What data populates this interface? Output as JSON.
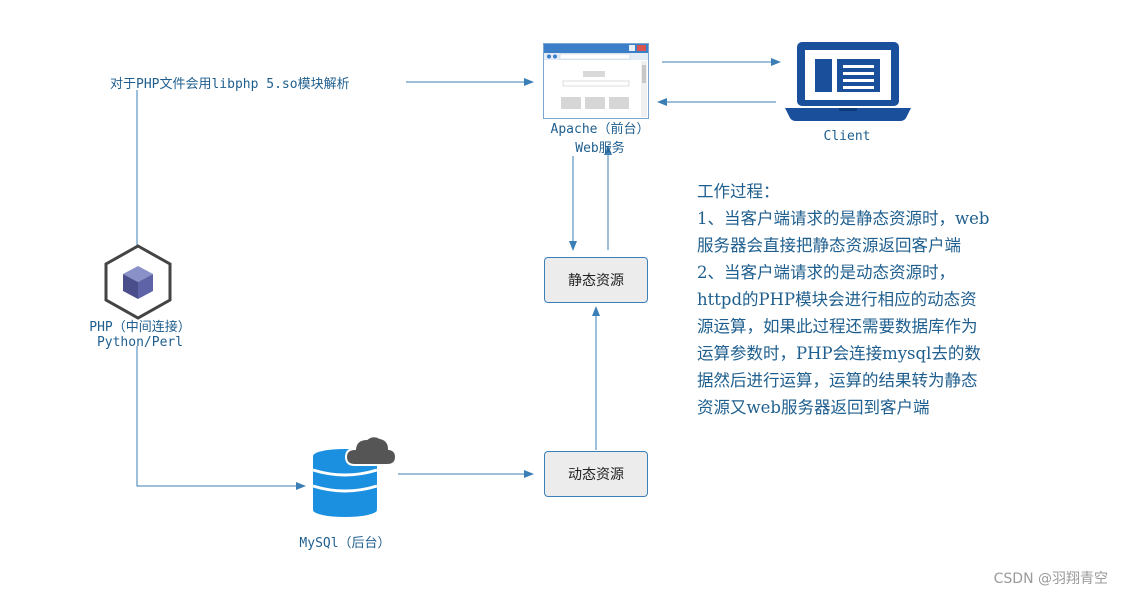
{
  "nodes": {
    "apache_line1": "Apache（前台）",
    "apache_line2": "Web服务",
    "client": "Client",
    "php_line1": "PHP（中间连接）",
    "php_line2": "Python/Perl",
    "mysql": "MySQl（后台）",
    "static_resource": "静态资源",
    "dynamic_resource": "动态资源"
  },
  "annotation": "对于PHP文件会用libphp 5.so模块解析",
  "description": {
    "title": "工作过程：",
    "lines": [
      "1、当客户端请求的是静态资源时，web",
      "服务器会直接把静态资源返回客户端",
      "2、当客户端请求的是动态资源时，",
      "httpd的PHP模块会进行相应的动态资",
      "源运算，如果此过程还需要数据库作为",
      "运算参数时，PHP会连接mysql去的数",
      "据然后进行运算，运算的结果转为静态",
      "资源又web服务器返回到客户端"
    ]
  },
  "watermark": "CSDN @羽翔青空",
  "colors": {
    "line": "#3c7fb6",
    "text": "#1f5f8f",
    "client_icon": "#1a4f9c",
    "database": "#1b8fe0",
    "cloud": "#555555",
    "cube": "#4a4f8c"
  },
  "icons": [
    "browser-window-icon",
    "laptop-icon",
    "cube-icon",
    "database-icon",
    "cloud-icon"
  ]
}
